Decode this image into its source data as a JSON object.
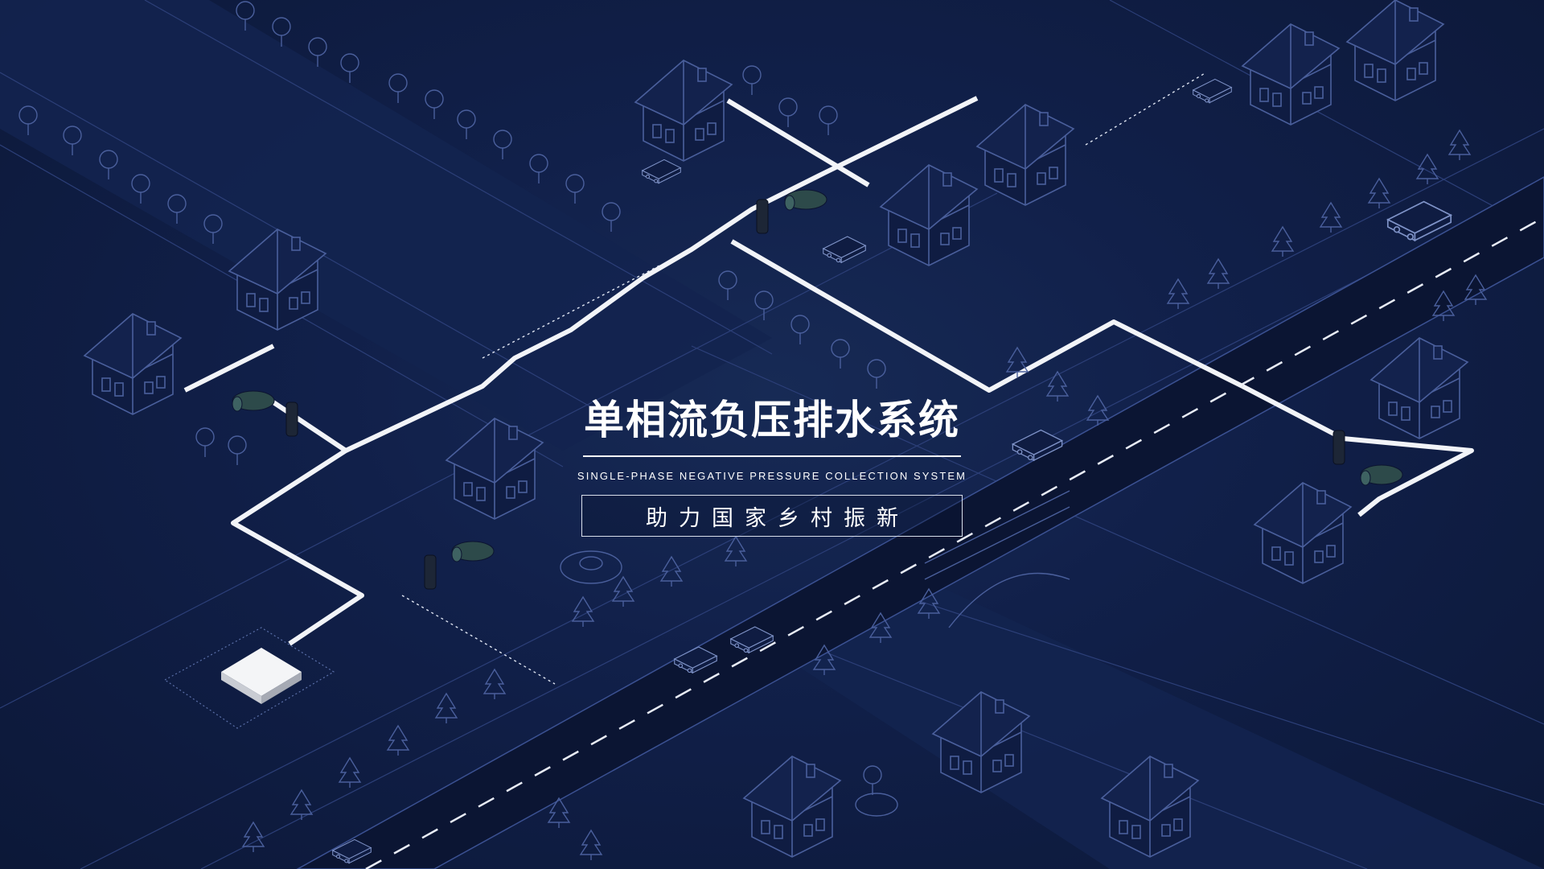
{
  "banner": {
    "title": "单相流负压排水系统",
    "subtitle": "SINGLE-PHASE NEGATIVE PRESSURE COLLECTION SYSTEM",
    "slogan": "助力国家乡村振新"
  },
  "theme": {
    "background": "#0f1b3d",
    "line": "#3d5290",
    "pipe": "#ffffff",
    "text": "#ffffff"
  },
  "illustration": {
    "icons": [
      "house-icon",
      "tree-icon",
      "truck-icon",
      "van-icon",
      "car-icon",
      "pump-icon",
      "treatment-station-icon",
      "street-lamp-icon",
      "person-icon",
      "bridge-icon",
      "fountain-icon"
    ]
  }
}
